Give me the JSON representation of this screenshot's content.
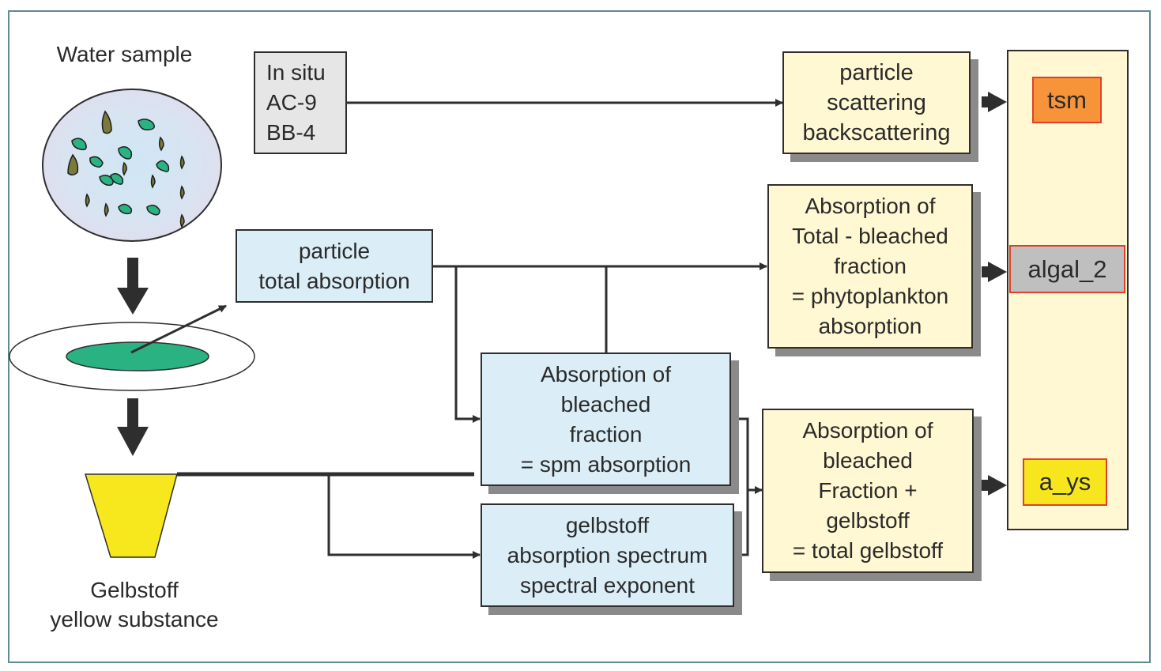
{
  "diagram": {
    "water_sample": {
      "label": "Water sample"
    },
    "gelbstoff_source": {
      "lines": [
        "Gelbstoff",
        "yellow substance"
      ]
    },
    "in_situ": {
      "lines": [
        "In situ",
        "AC-9",
        "BB-4"
      ]
    },
    "particle_scattering": {
      "lines": [
        "particle",
        "scattering",
        "backscattering"
      ]
    },
    "particle_total_absorption": {
      "lines": [
        "particle",
        "total absorption"
      ]
    },
    "phytoplankton_absorption": {
      "lines": [
        "Absorption of",
        "Total - bleached",
        "fraction",
        "= phytoplankton",
        "absorption"
      ]
    },
    "spm_absorption": {
      "lines": [
        "Absorption of",
        "bleached",
        "fraction",
        "= spm absorption"
      ]
    },
    "gelbstoff_spectrum": {
      "lines": [
        "gelbstoff",
        "absorption spectrum",
        "spectral exponent"
      ]
    },
    "total_gelbstoff": {
      "lines": [
        "Absorption of",
        "bleached",
        "Fraction +",
        "gelbstoff",
        "= total gelbstoff"
      ]
    },
    "outputs": [
      {
        "label": "tsm",
        "color": "#f7943a"
      },
      {
        "label": "algal_2",
        "color": "#bfbfbf"
      },
      {
        "label": "a_ys",
        "color": "#f7e61e"
      }
    ],
    "colors": {
      "frame": "#5f8a8f",
      "blue_box": "#dbeef7",
      "cream_box": "#fff8d2",
      "grey_box": "#e6e6e6",
      "particle_green": "#2bb283",
      "particle_olive": "#7b7a3a",
      "funnel_yellow": "#f7e81e",
      "output_border": "#e0402a"
    }
  }
}
